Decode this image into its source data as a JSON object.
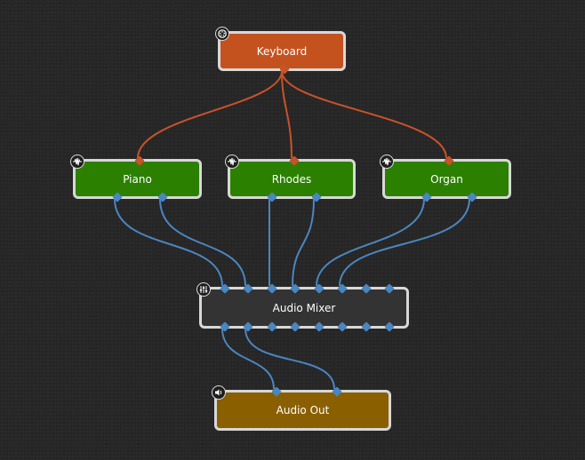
{
  "graph": {
    "title": "",
    "nodes": [
      {
        "id": "keyboard",
        "label": "Keyboard",
        "kind": "midi-input",
        "icon": "midi-icon",
        "color": "#c4521f"
      },
      {
        "id": "piano",
        "label": "Piano",
        "kind": "instrument",
        "icon": "waveform-icon",
        "color": "#2b8000"
      },
      {
        "id": "rhodes",
        "label": "Rhodes",
        "kind": "instrument",
        "icon": "waveform-icon",
        "color": "#2b8000"
      },
      {
        "id": "organ",
        "label": "Organ",
        "kind": "instrument",
        "icon": "waveform-icon",
        "color": "#2b8000"
      },
      {
        "id": "audio_mixer",
        "label": "Audio Mixer",
        "kind": "mixer",
        "icon": "mixer-icon",
        "color": "#333333"
      },
      {
        "id": "audio_out",
        "label": "Audio Out",
        "kind": "output",
        "icon": "speaker-icon",
        "color": "#8a5f00"
      }
    ],
    "connections": [
      {
        "from": "keyboard",
        "to": "piano",
        "type": "midi"
      },
      {
        "from": "keyboard",
        "to": "rhodes",
        "type": "midi"
      },
      {
        "from": "keyboard",
        "to": "organ",
        "type": "midi"
      },
      {
        "from": "piano",
        "from_port": 1,
        "to": "audio_mixer",
        "to_port": 1,
        "type": "audio"
      },
      {
        "from": "piano",
        "from_port": 2,
        "to": "audio_mixer",
        "to_port": 2,
        "type": "audio"
      },
      {
        "from": "rhodes",
        "from_port": 1,
        "to": "audio_mixer",
        "to_port": 3,
        "type": "audio"
      },
      {
        "from": "rhodes",
        "from_port": 2,
        "to": "audio_mixer",
        "to_port": 4,
        "type": "audio"
      },
      {
        "from": "organ",
        "from_port": 1,
        "to": "audio_mixer",
        "to_port": 5,
        "type": "audio"
      },
      {
        "from": "organ",
        "from_port": 2,
        "to": "audio_mixer",
        "to_port": 6,
        "type": "audio"
      },
      {
        "from": "audio_mixer",
        "from_port": 1,
        "to": "audio_out",
        "to_port": 1,
        "type": "audio"
      },
      {
        "from": "audio_mixer",
        "from_port": 2,
        "to": "audio_out",
        "to_port": 2,
        "type": "audio"
      }
    ],
    "colors": {
      "midi_wire": "#c8522a",
      "audio_wire": "#4a86c0",
      "node_border": "#d8d8d8",
      "background": "#262626"
    }
  }
}
